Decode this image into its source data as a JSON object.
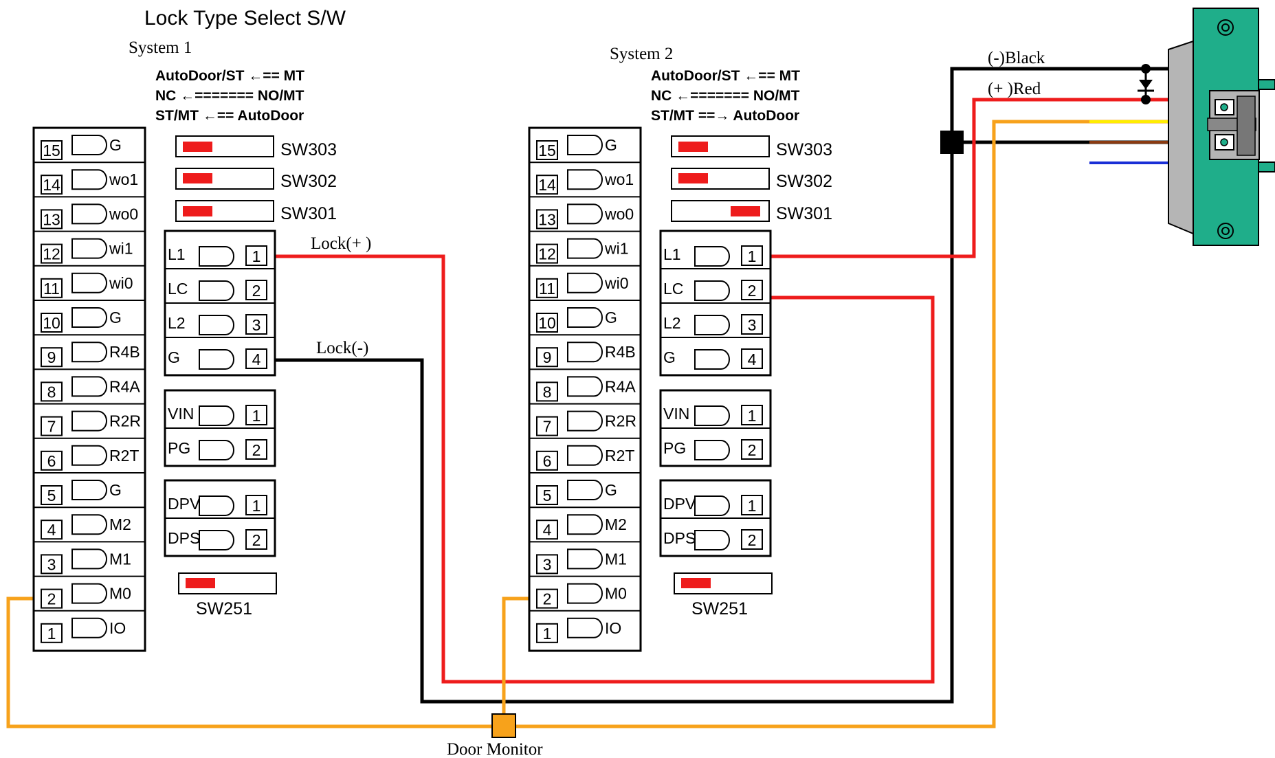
{
  "title": "Lock Type Select S/W",
  "systems": [
    {
      "label": "System 1",
      "modes": [
        "AutoDoor/ST ←== MT",
        "NC ←======= NO/MT",
        "ST/MT ←== AutoDoor"
      ],
      "switches": [
        {
          "name": "SW303",
          "position": "left"
        },
        {
          "name": "SW302",
          "position": "left"
        },
        {
          "name": "SW301",
          "position": "left"
        }
      ],
      "sw251": {
        "name": "SW251",
        "position": "left"
      }
    },
    {
      "label": "System 2",
      "modes": [
        "AutoDoor/ST ←== MT",
        "NC ←======= NO/MT",
        "ST/MT ==→ AutoDoor"
      ],
      "switches": [
        {
          "name": "SW303",
          "position": "left"
        },
        {
          "name": "SW302",
          "position": "left"
        },
        {
          "name": "SW301",
          "position": "right"
        }
      ],
      "sw251": {
        "name": "SW251",
        "position": "left"
      }
    }
  ],
  "main_terminal": [
    {
      "num": "15",
      "label": "G"
    },
    {
      "num": "14",
      "label": "wo1"
    },
    {
      "num": "13",
      "label": "wo0"
    },
    {
      "num": "12",
      "label": "wi1"
    },
    {
      "num": "11",
      "label": "wi0"
    },
    {
      "num": "10",
      "label": "G"
    },
    {
      "num": "9",
      "label": "R4B"
    },
    {
      "num": "8",
      "label": "R4A"
    },
    {
      "num": "7",
      "label": "R2R"
    },
    {
      "num": "6",
      "label": "R2T"
    },
    {
      "num": "5",
      "label": "G"
    },
    {
      "num": "4",
      "label": "M2"
    },
    {
      "num": "3",
      "label": "M1"
    },
    {
      "num": "2",
      "label": "M0"
    },
    {
      "num": "1",
      "label": "IO"
    }
  ],
  "lock_terminal": [
    {
      "num": "1",
      "label": "L1"
    },
    {
      "num": "2",
      "label": "LC"
    },
    {
      "num": "3",
      "label": "L2"
    },
    {
      "num": "4",
      "label": "G"
    }
  ],
  "power_terminal": [
    {
      "num": "1",
      "label": "VIN"
    },
    {
      "num": "2",
      "label": "PG"
    }
  ],
  "door_terminal": [
    {
      "num": "1",
      "label": "DPV"
    },
    {
      "num": "2",
      "label": "DPS"
    }
  ],
  "wire_labels": {
    "lock_plus": "Lock(+ )",
    "lock_minus": "Lock(-)",
    "black": "(-)Black",
    "red": "(+ )Red",
    "door_monitor": "Door Monitor"
  },
  "colors": {
    "red": "#ee1c1c",
    "black": "#000000",
    "orange": "#f7a21b",
    "yellow": "#ffee00",
    "brown": "#8b3a10",
    "blue": "#1a2fd6",
    "lock_body": "#1fae8a",
    "plate": "#b5b5b5",
    "switch_knob": "#ee1c1c"
  }
}
